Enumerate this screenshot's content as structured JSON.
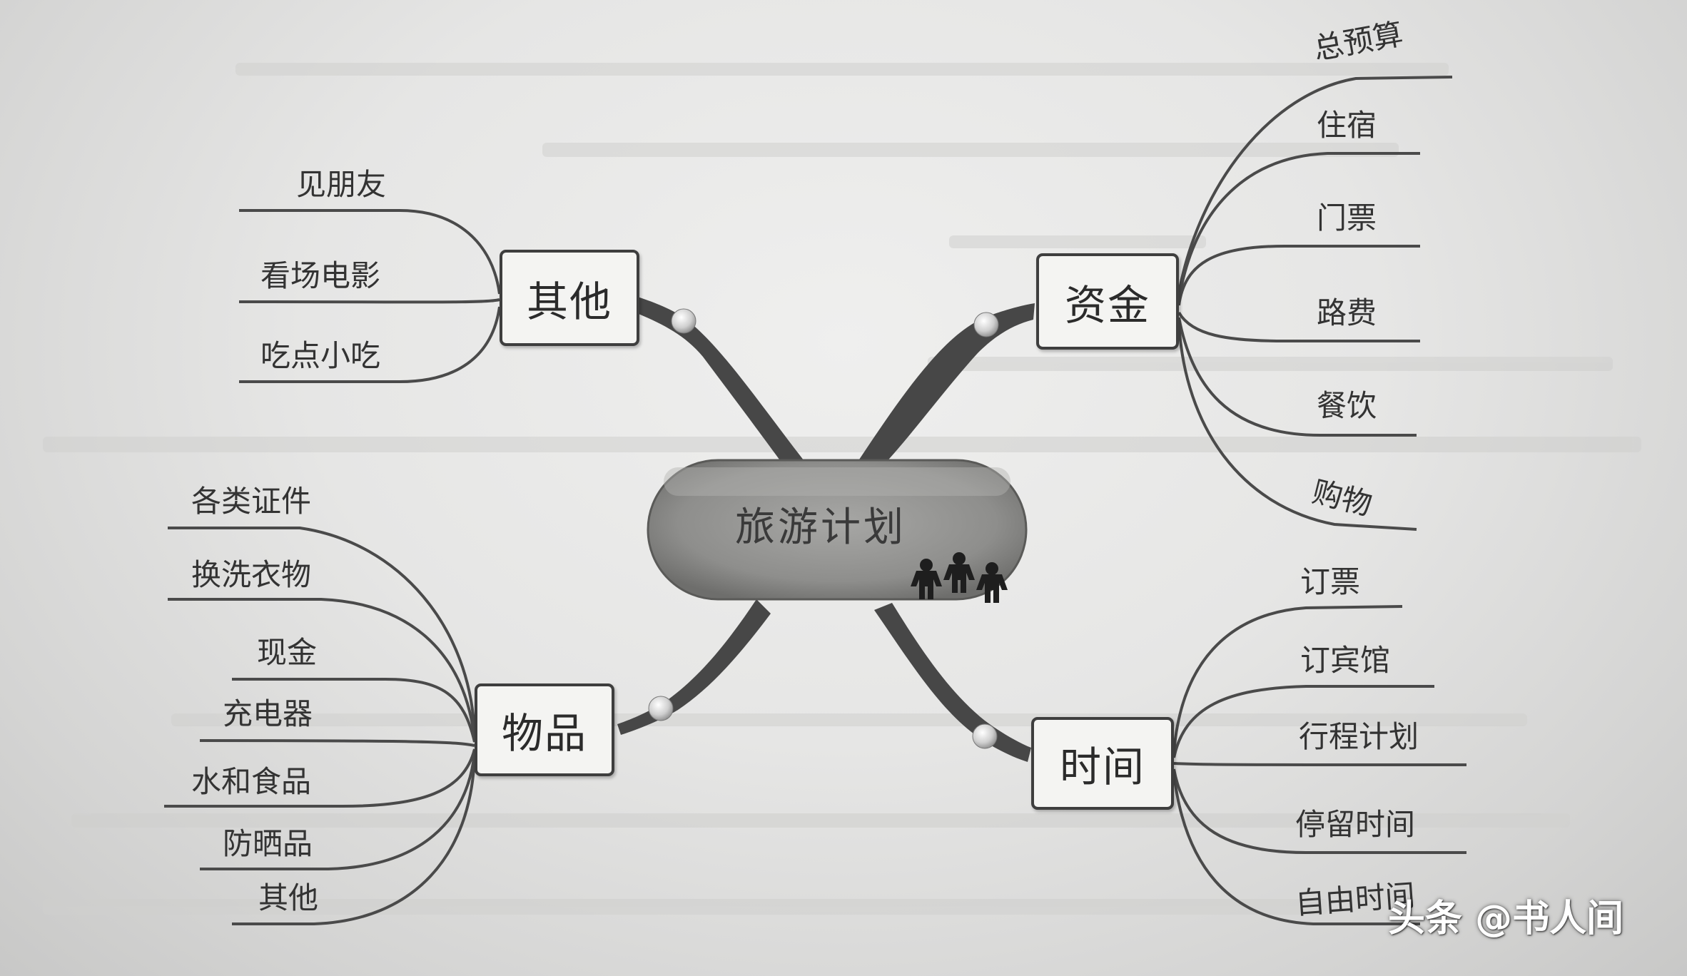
{
  "center": {
    "label": "旅游计划"
  },
  "branches": {
    "other": {
      "label": "其他",
      "items": [
        "见朋友",
        "看场电影",
        "吃点小吃"
      ]
    },
    "funds": {
      "label": "资金",
      "items": [
        "总预算",
        "住宿",
        "门票",
        "路费",
        "餐饮",
        "购物"
      ]
    },
    "items": {
      "label": "物品",
      "items": [
        "各类证件",
        "换洗衣物",
        "现金",
        "充电器",
        "水和食品",
        "防晒品",
        "其他"
      ]
    },
    "time": {
      "label": "时间",
      "items": [
        "订票",
        "订宾馆",
        "行程计划",
        "停留时间",
        "自由时间"
      ]
    }
  },
  "watermark": "头条 @书人间",
  "colors": {
    "background": "#e8e8e7",
    "ink": "#333333",
    "branch": "#4a4a4a",
    "center_fill": "#8c8c8a",
    "node_border": "#3e3e3e"
  }
}
